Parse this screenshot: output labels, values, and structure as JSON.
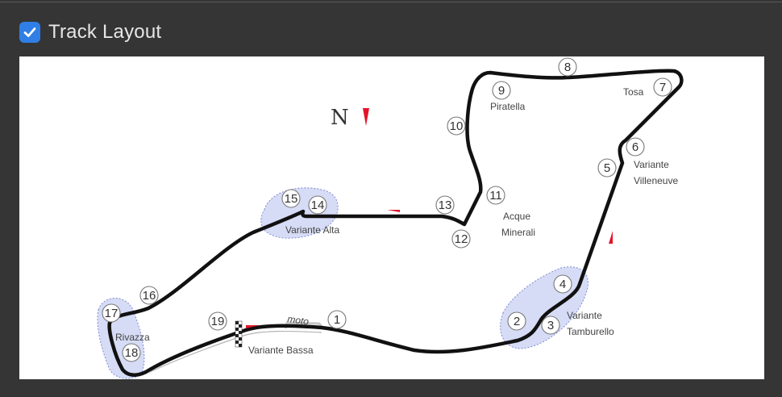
{
  "header": {
    "checkbox_checked": true,
    "title": "Track Layout",
    "accent_color": "#2f7fe6"
  },
  "map": {
    "north_label": "N",
    "moto_label": "moto",
    "corners": {
      "c1": "1",
      "c2": "2",
      "c3": "3",
      "c4": "4",
      "c5": "5",
      "c6": "6",
      "c7": "7",
      "c8": "8",
      "c9": "9",
      "c10": "10",
      "c11": "11",
      "c12": "12",
      "c13": "13",
      "c14": "14",
      "c15": "15",
      "c16": "16",
      "c17": "17",
      "c18": "18",
      "c19": "19"
    },
    "names": {
      "tosa": "Tosa",
      "piratella": "Piratella",
      "variante_line1": "Variante",
      "villeneuve": "Villeneuve",
      "acque": "Acque",
      "minerali": "Minerali",
      "variante_alta": "Variante Alta",
      "tamburello_line1": "Variante",
      "tamburello": "Tamburello",
      "rivazza": "Rivazza",
      "variante_bassa": "Variante Bassa"
    },
    "colors": {
      "track": "#111111",
      "zone_fill": "#d6dcf5",
      "zone_stroke": "#7f8bd6",
      "arrow": "#e3142a"
    }
  }
}
